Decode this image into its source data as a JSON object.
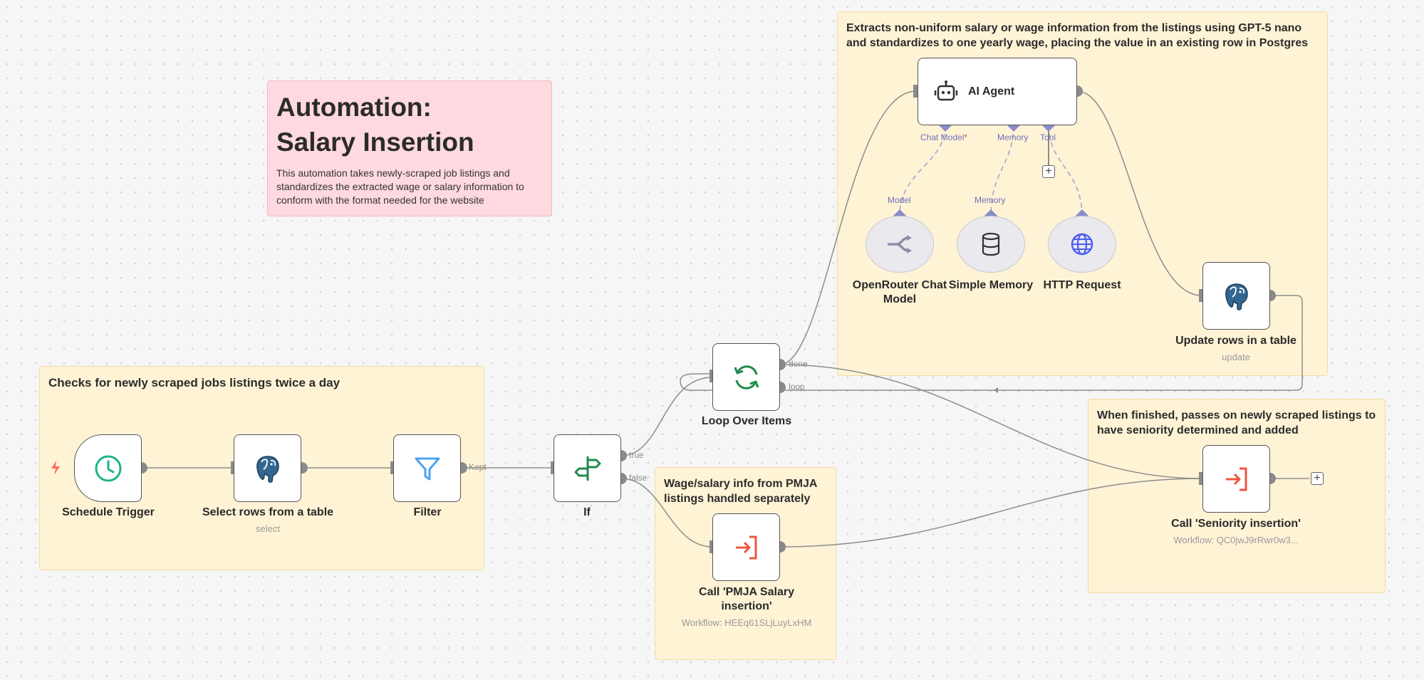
{
  "stickies": {
    "title_note": {
      "title": "Automation: Salary Insertion",
      "description": "This automation takes newly-scraped job listings and standardizes the extracted wage or salary information to conform with the format needed for the website"
    },
    "checks_note": "Checks for newly scraped jobs listings twice a day",
    "extract_note": "Extracts non-uniform salary or wage information from the listings using GPT-5 nano and standardizes to one yearly wage, placing the value in an existing row in Postgres",
    "pmja_note": "Wage/salary info from PMJA listings handled separately",
    "finished_note": "When finished, passes on newly scraped listings to have seniority determined and added"
  },
  "nodes": {
    "schedule_trigger": {
      "label": "Schedule Trigger",
      "icon": "clock-icon"
    },
    "select_rows": {
      "label": "Select rows from a table",
      "sub": "select",
      "icon": "postgres-elephant-icon"
    },
    "filter": {
      "label": "Filter",
      "icon": "funnel-icon"
    },
    "if": {
      "label": "If",
      "icon": "signpost-icon"
    },
    "loop": {
      "label": "Loop Over Items",
      "icon": "loop-arrows-icon"
    },
    "ai_agent": {
      "label": "AI Agent",
      "icon": "robot-icon"
    },
    "openrouter": {
      "label": "OpenRouter Chat Model",
      "icon": "openrouter-icon"
    },
    "memory": {
      "label": "Simple Memory",
      "icon": "database-icon"
    },
    "http": {
      "label": "HTTP Request",
      "icon": "globe-icon"
    },
    "update_rows": {
      "label": "Update rows in a table",
      "sub": "update",
      "icon": "postgres-elephant-icon"
    },
    "call_pmja": {
      "label": "Call 'PMJA Salary insertion'",
      "sub": "Workflow: HEEq61SLjLuyLxHM",
      "icon": "execute-workflow-icon"
    },
    "call_seniority": {
      "label": "Call 'Seniority insertion'",
      "sub": "Workflow: QC0jwJ9rRwr0w3...",
      "icon": "execute-workflow-icon"
    }
  },
  "ports": {
    "chat_model": "Chat Model",
    "chat_model_required": "*",
    "memory": "Memory",
    "tool": "Tool",
    "model_in": "Model",
    "memory_in": "Memory"
  },
  "connections": {
    "kept": "Kept",
    "true": "true",
    "false": "false",
    "done": "done",
    "loop": "loop"
  },
  "colors": {
    "clock": "#1fb38a",
    "filter": "#4aa3f0",
    "if": "#1f8a4c",
    "loop": "#1f8a4c",
    "execute": "#f0553f",
    "http": "#4b5cf0",
    "port": "#8a8cc8",
    "trigger_bolt": "#ff6d5a"
  }
}
